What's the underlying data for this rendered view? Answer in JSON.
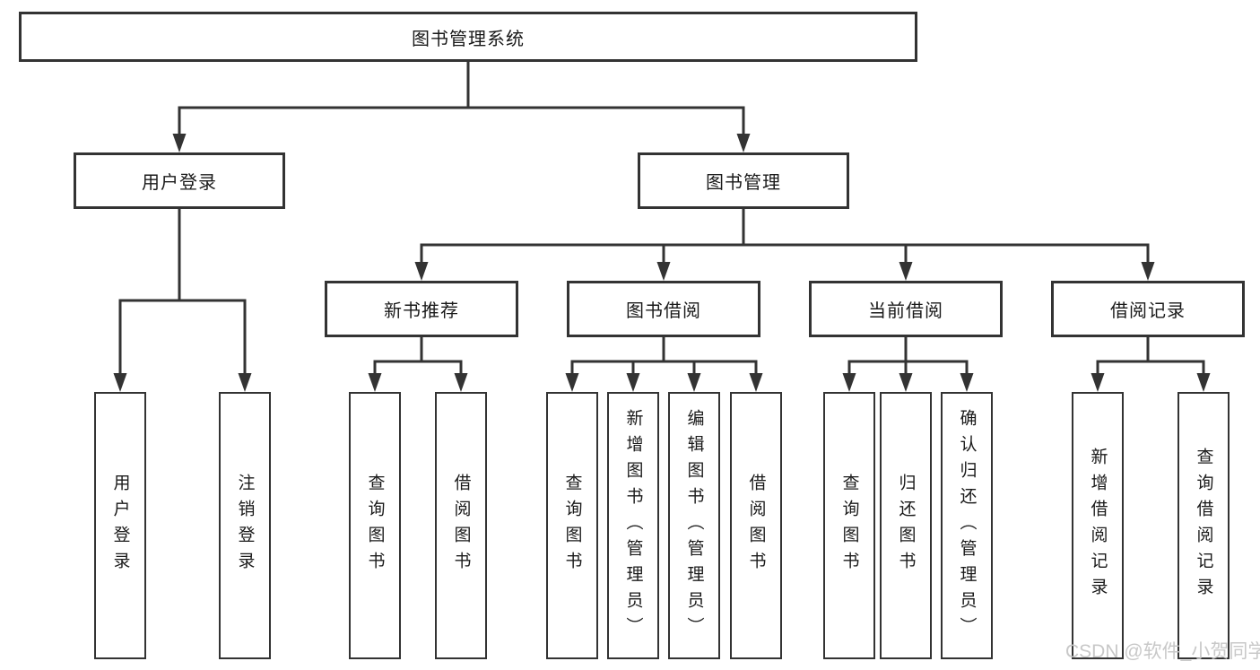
{
  "diagram": {
    "title": "图书管理系统",
    "watermark": "CSDN @软件_小贺同学",
    "colors": {
      "line": "#333333",
      "box_border": "#333333",
      "box_background": "#ffffff",
      "text": "#1a1a1a",
      "watermark": "#c5c5c5",
      "background": "#ffffff"
    },
    "nodes": [
      {
        "id": "root",
        "label": "图书管理系统",
        "parent": null,
        "orientation": "horizontal"
      },
      {
        "id": "user-login",
        "label": "用户登录",
        "parent": "root",
        "orientation": "horizontal"
      },
      {
        "id": "book-mgmt",
        "label": "图书管理",
        "parent": "root",
        "orientation": "horizontal"
      },
      {
        "id": "login",
        "label": "用户登录",
        "parent": "user-login",
        "orientation": "vertical"
      },
      {
        "id": "logout",
        "label": "注销登录",
        "parent": "user-login",
        "orientation": "vertical"
      },
      {
        "id": "new-book-rec",
        "label": "新书推荐",
        "parent": "book-mgmt",
        "orientation": "horizontal"
      },
      {
        "id": "book-borrow",
        "label": "图书借阅",
        "parent": "book-mgmt",
        "orientation": "horizontal"
      },
      {
        "id": "current-borrow",
        "label": "当前借阅",
        "parent": "book-mgmt",
        "orientation": "horizontal"
      },
      {
        "id": "borrow-records",
        "label": "借阅记录",
        "parent": "book-mgmt",
        "orientation": "horizontal"
      },
      {
        "id": "rec-query",
        "label": "查询图书",
        "parent": "new-book-rec",
        "orientation": "vertical"
      },
      {
        "id": "rec-borrow",
        "label": "借阅图书",
        "parent": "new-book-rec",
        "orientation": "vertical"
      },
      {
        "id": "bb-query",
        "label": "查询图书",
        "parent": "book-borrow",
        "orientation": "vertical"
      },
      {
        "id": "bb-add",
        "label": "新增图书（管理员）",
        "parent": "book-borrow",
        "orientation": "vertical"
      },
      {
        "id": "bb-edit",
        "label": "编辑图书（管理员）",
        "parent": "book-borrow",
        "orientation": "vertical"
      },
      {
        "id": "bb-borrow",
        "label": "借阅图书",
        "parent": "book-borrow",
        "orientation": "vertical"
      },
      {
        "id": "cb-query",
        "label": "查询图书",
        "parent": "current-borrow",
        "orientation": "vertical"
      },
      {
        "id": "cb-return",
        "label": "归还图书",
        "parent": "current-borrow",
        "orientation": "vertical"
      },
      {
        "id": "cb-confirm",
        "label": "确认归还（管理员）",
        "parent": "current-borrow",
        "orientation": "vertical"
      },
      {
        "id": "br-add",
        "label": "新增借阅记录",
        "parent": "borrow-records",
        "orientation": "vertical"
      },
      {
        "id": "br-query",
        "label": "查询借阅记录",
        "parent": "borrow-records",
        "orientation": "vertical"
      }
    ]
  }
}
